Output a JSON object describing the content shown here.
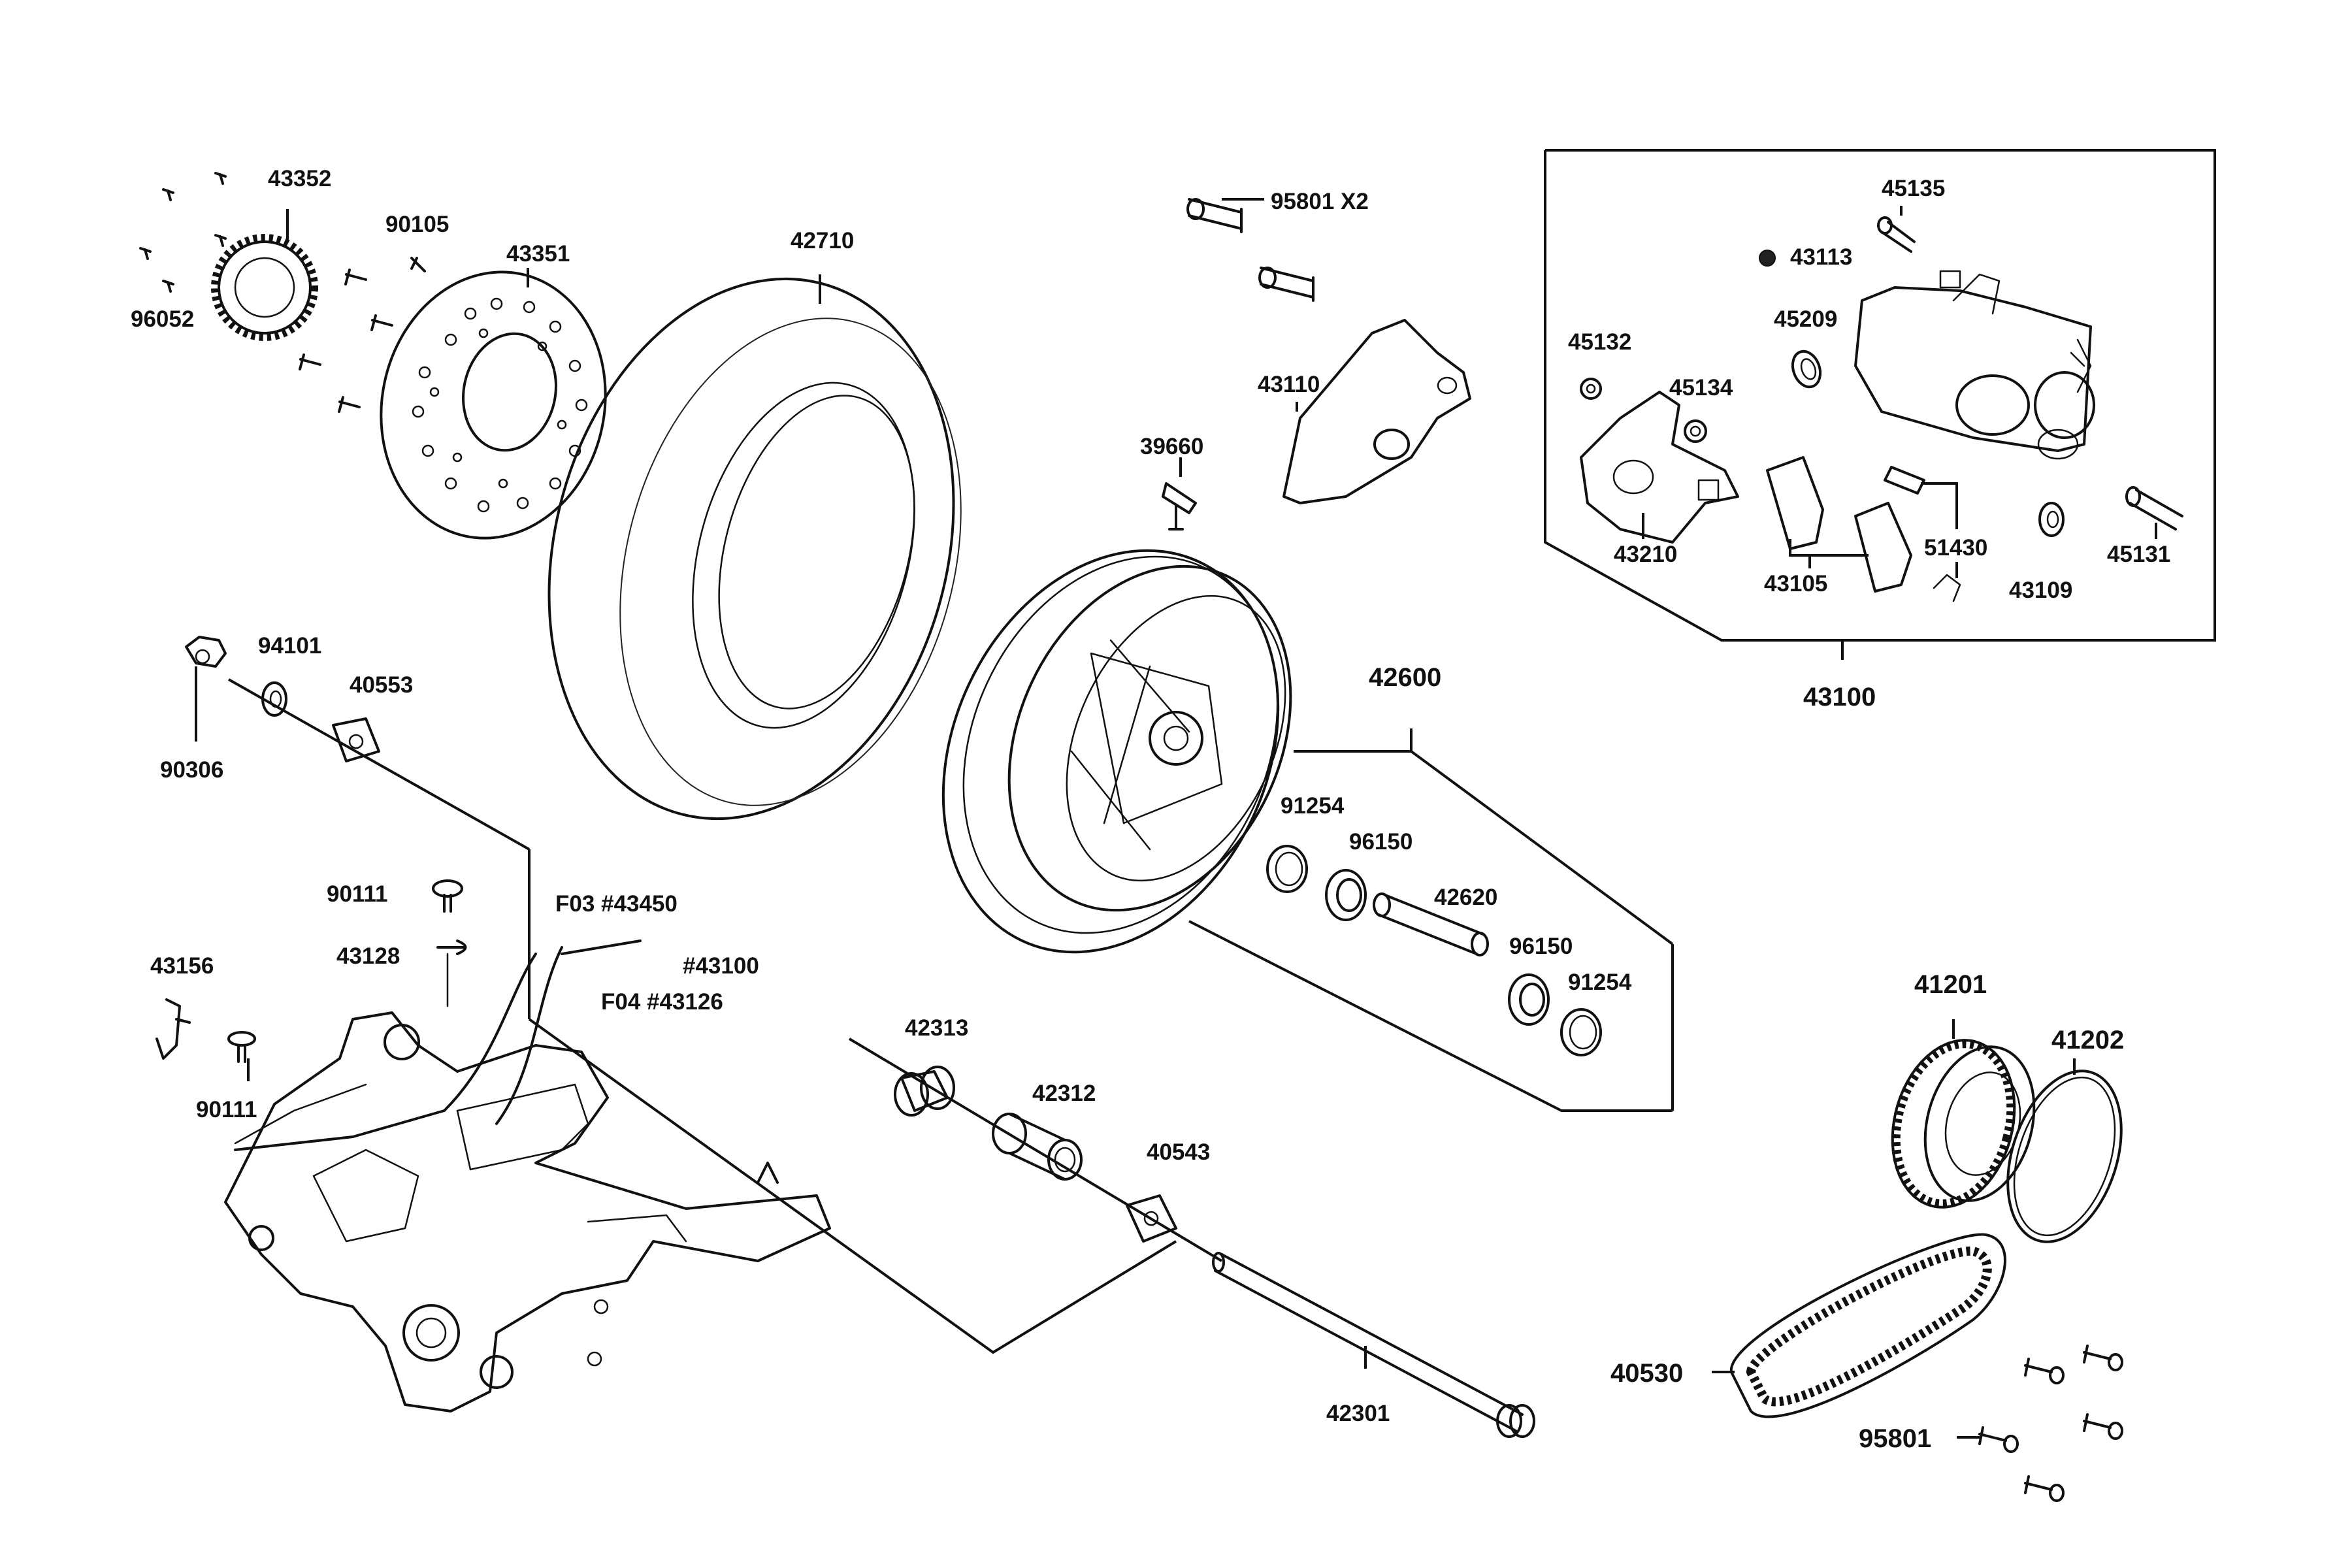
{
  "labels": {
    "p43352": "43352",
    "p90105": "90105",
    "p43351": "43351",
    "p96052": "96052",
    "p42710": "42710",
    "p95801x2": "95801  X2",
    "p43110": "43110",
    "p39660": "39660",
    "p42600": "42600",
    "p91254a": "91254",
    "p96150a": "96150",
    "p42620": "42620",
    "p96150b": "96150",
    "p91254b": "91254",
    "p45135": "45135",
    "p43113": "43113",
    "p45209": "45209",
    "p45132": "45132",
    "p45134": "45134",
    "p43210": "43210",
    "p43105": "43105",
    "p51430": "51430",
    "p43109": "43109",
    "p45131": "45131",
    "p43100": "43100",
    "p94101": "94101",
    "p40553": "40553",
    "p90306": "90306",
    "p90111a": "90111",
    "p43128": "43128",
    "p43156": "43156",
    "p90111b": "90111",
    "f03": "F03 #43450",
    "f04": "F04 #43126",
    "ref43100": "#43100",
    "p42313": "42313",
    "p42312": "42312",
    "p40543": "40543",
    "p42301": "42301",
    "p41201": "41201",
    "p41202": "41202",
    "p40530": "40530",
    "p95801": "95801"
  }
}
